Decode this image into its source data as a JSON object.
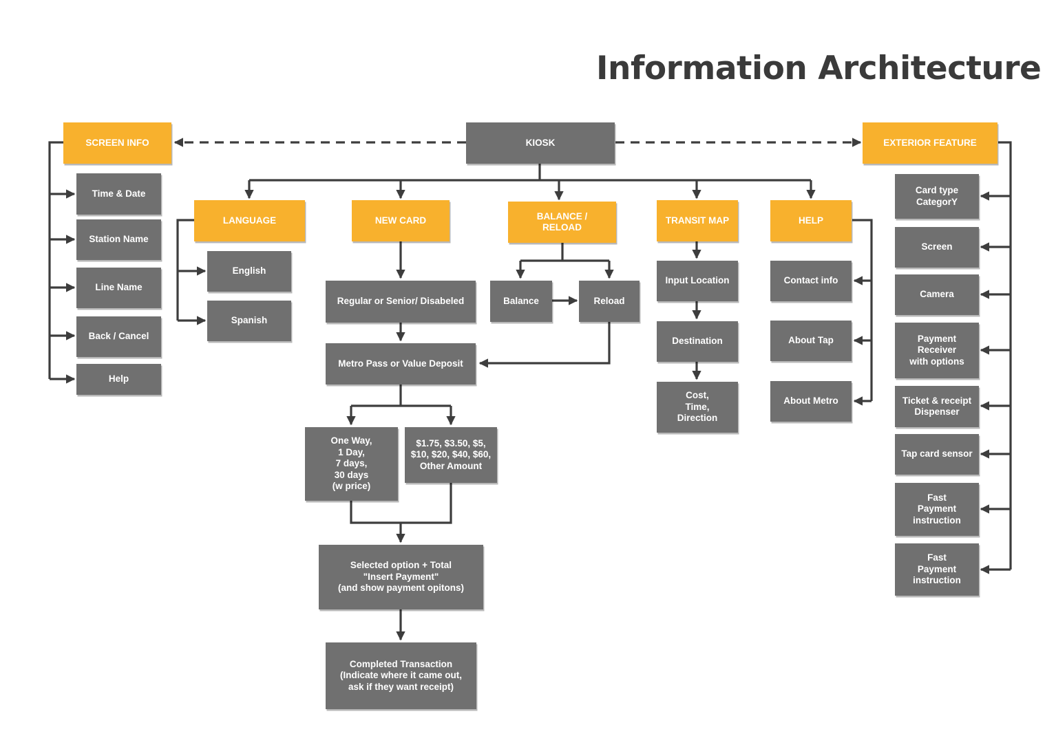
{
  "title": "Information Architecture",
  "colors": {
    "node_gray": "#707070",
    "node_yellow": "#f8b12d",
    "connector": "#3d3d3d",
    "title": "#3a3a3a"
  },
  "nodes": {
    "kiosk": "KIOSK",
    "screen_info": "SCREEN INFO",
    "exterior_feature": "EXTERIOR FEATURE",
    "time_date": "Time & Date",
    "station_name": "Station Name",
    "line_name": "Line Name",
    "back_cancel": "Back / Cancel",
    "help_left": "Help",
    "language": "LANGUAGE",
    "english": "English",
    "spanish": "Spanish",
    "new_card": "NEW CARD",
    "regular_senior": "Regular or Senior/ Disabeled",
    "metro_pass": "Metro Pass or Value Deposit",
    "one_way": "One Way,\n1 Day,\n7 days,\n30 days\n(w price)",
    "amounts": "$1.75, $3.50, $5,\n$10, $20, $40, $60,\nOther Amount",
    "selected_option": "Selected option + Total\n\"Insert Payment\"\n(and show payment opitons)",
    "completed": "Completed Transaction\n(Indicate where it came out,\nask if they want receipt)",
    "balance_reload": "BALANCE /\nRELOAD",
    "balance": "Balance",
    "reload": "Reload",
    "transit_map": "TRANSIT MAP",
    "input_location": "Input Location",
    "destination": "Destination",
    "cost_time": "Cost,\nTime,\nDirection",
    "help": "HELP",
    "contact_info": "Contact info",
    "about_tap": "About Tap",
    "about_metro": "About Metro",
    "card_type": "Card type\nCategorY",
    "screen": "Screen",
    "camera": "Camera",
    "payment_receiver": "Payment\nReceiver\nwith options",
    "ticket_receipt": "Ticket & receipt\nDispenser",
    "tap_sensor": "Tap card sensor",
    "fast_payment_1": "Fast\nPayment\ninstruction",
    "fast_payment_2": "Fast\nPayment\ninstruction"
  }
}
